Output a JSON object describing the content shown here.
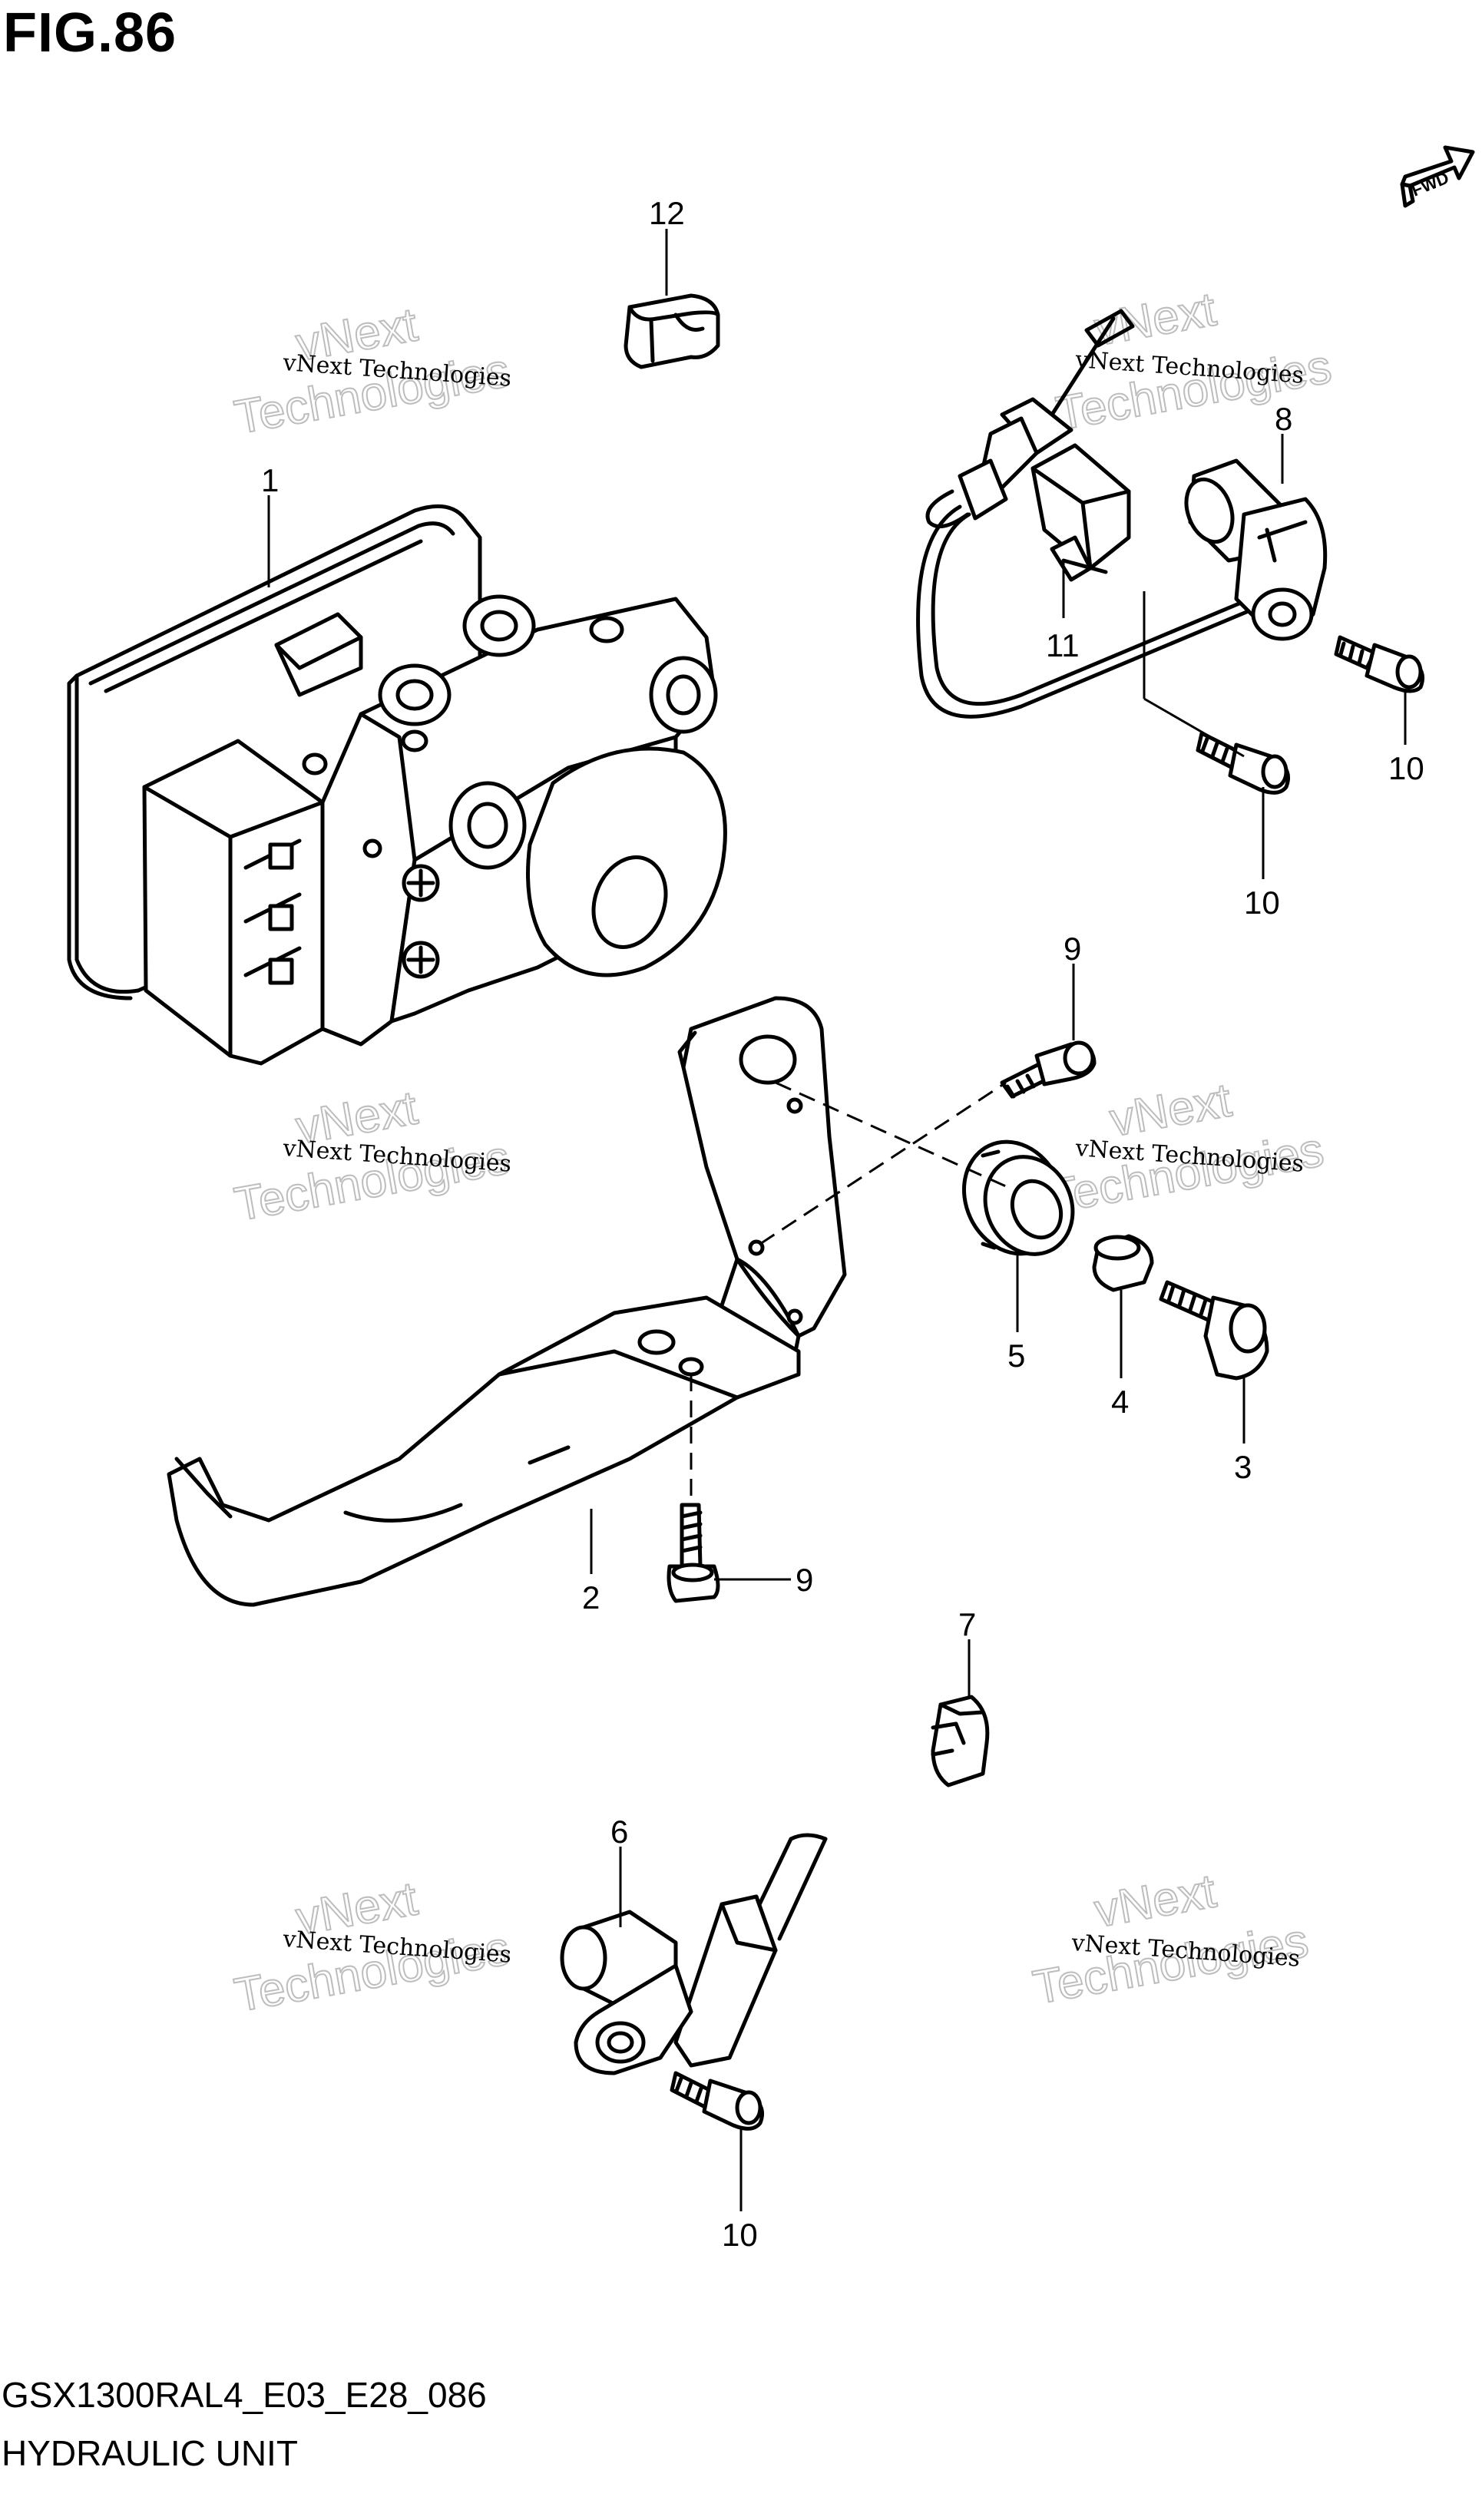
{
  "figure": {
    "title": "FIG.86",
    "code": "GSX1300RAL4_E03_E28_086",
    "name": "HYDRAULIC UNIT",
    "fwd_label": "FWD"
  },
  "callouts": [
    "1",
    "2",
    "3",
    "4",
    "5",
    "6",
    "7",
    "8",
    "9",
    "9",
    "10",
    "10",
    "10",
    "11",
    "12"
  ],
  "watermark": {
    "line1": "vNext Technologies",
    "line2a": "vNext",
    "line2b": "Technologies"
  },
  "colors": {
    "ink": "#000000",
    "background": "#ffffff",
    "watermark": "#bdbdbd"
  }
}
